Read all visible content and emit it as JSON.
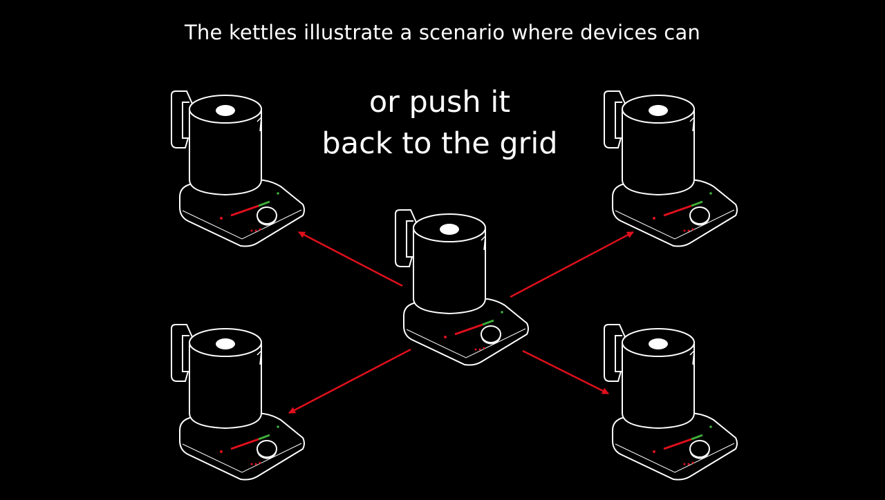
{
  "caption": "The kettles illustrate a scenario where devices can",
  "headline": {
    "line1": "or push it",
    "line2": "back to the grid"
  },
  "colors": {
    "background": "#000000",
    "outline": "#ffffff",
    "arrow": "#e0101c",
    "panel_red": "#e0101c",
    "panel_green": "#3fae3a"
  },
  "kettles": [
    {
      "role": "source"
    },
    {
      "role": "recipient"
    },
    {
      "role": "recipient"
    },
    {
      "role": "recipient"
    },
    {
      "role": "recipient"
    }
  ]
}
